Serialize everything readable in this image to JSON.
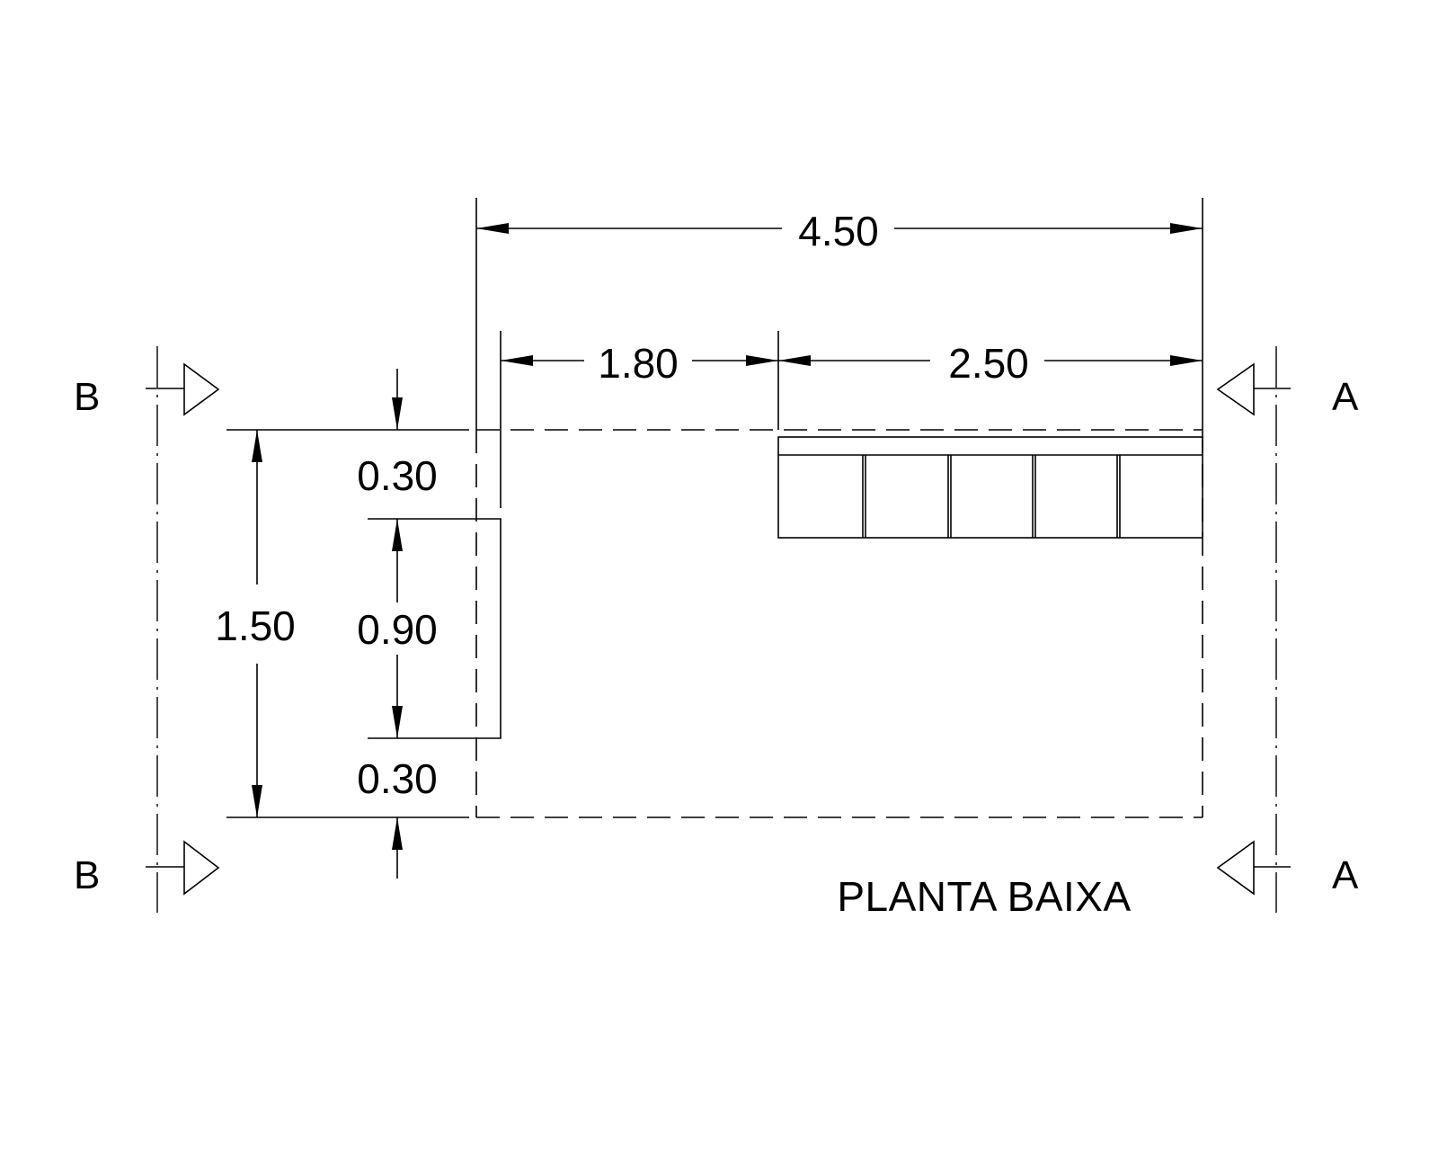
{
  "drawing": {
    "title": "PLANTA BAIXA",
    "dimensions": {
      "overall_width": "4.50",
      "left_width": "1.80",
      "right_width": "2.50",
      "overall_height": "1.50",
      "top_offset": "0.30",
      "opening_height": "0.90",
      "bottom_offset": "0.30"
    },
    "section_markers": {
      "left_top": "B",
      "left_bottom": "B",
      "right_top": "A",
      "right_bottom": "A"
    }
  }
}
